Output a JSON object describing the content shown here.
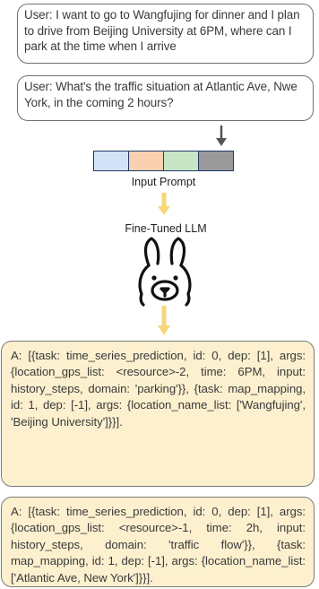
{
  "queries": [
    {
      "text": "User: I want to go to Wangfujing for dinner and I plan to drive from Beijing University at 6PM, where can I park at the time when I arrive"
    },
    {
      "text": "User: What's the traffic situation at Atlantic Ave, Nwe York, in the coming 2 hours?"
    }
  ],
  "input_prompt": {
    "label": "Input Prompt",
    "segment_colors": [
      "#d3e2f6",
      "#fbd0b0",
      "#c8e6c5",
      "#9a9a9a"
    ]
  },
  "model": {
    "label": "Fine-Tuned LLM",
    "icon": "llama-icon"
  },
  "answers": [
    {
      "text": "A: [{task: time_series_prediction, id: 0, dep: [1], args: {location_gps_list: <resource>-2, time: 6PM, input: history_steps, domain: 'parking'}}, {task: map_mapping, id: 1, dep: [-1], args: {location_name_list: ['Wangfujing', 'Beijing University']}}]."
    },
    {
      "text": "A: [{task: time_series_prediction, id: 0, dep: [1], args: {location_gps_list: <resource>-1, time: 2h, input: history_steps, domain: 'traffic flow'}}, {task: map_mapping, id: 1, dep: [-1], args: {location_name_list:['Atlantic Ave, New York']}}]."
    }
  ],
  "colors": {
    "arrow_gray": "#555555",
    "arrow_yellow": "#f8d77a",
    "answer_fill": "#fdf0cf",
    "bar_border": "#1f3a66"
  }
}
